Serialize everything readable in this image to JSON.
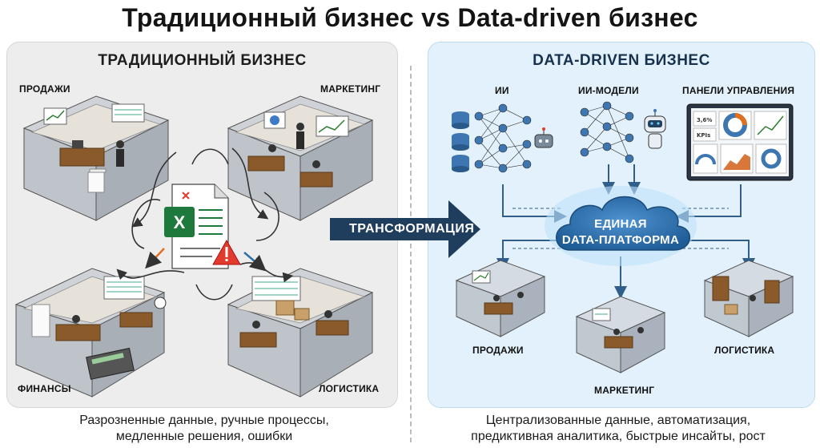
{
  "title": "Традиционный бизнес vs Data-driven бизнес",
  "left": {
    "title": "ТРАДИЦИОННЫЙ БИЗНЕС",
    "rooms": {
      "sales": "ПРОДАЖИ",
      "marketing": "МАРКЕТИНГ",
      "finance": "ФИНАНСЫ",
      "logistics": "ЛОГИСТИКА"
    },
    "spreadsheet_letter": "X",
    "caption_line1": "Разрозненные данные, ручные процессы,",
    "caption_line2": "медленные решения, ошибки"
  },
  "transform": {
    "label": "ТРАНСФОРМАЦИЯ"
  },
  "right": {
    "title": "DATA-DRIVEN БИЗНЕС",
    "tech": {
      "ai": "ИИ",
      "ai_models": "ИИ-МОДЕЛИ",
      "dashboards": "ПАНЕЛИ УПРАВЛЕНИЯ"
    },
    "platform_line1": "ЕДИНАЯ",
    "platform_line2": "DATA-ПЛАТФОРМА",
    "rooms": {
      "sales": "ПРОДАЖИ",
      "marketing": "МАРКЕТИНГ",
      "logistics": "ЛОГИСТИКА"
    },
    "dashboard_texts": {
      "metric": "3,6%",
      "kpi": "KPIs"
    },
    "caption_line1": "Централизованные данные, автоматизация,",
    "caption_line2": "предиктивная аналитика, быстрые инсайты, рост"
  },
  "colors": {
    "left_panel": "#ededed",
    "right_panel": "#e2f1fb",
    "arrow": "#1f3d5c",
    "cloud": "#2f6fa8",
    "excel": "#1e7a3c",
    "warning": "#e23b2e"
  }
}
